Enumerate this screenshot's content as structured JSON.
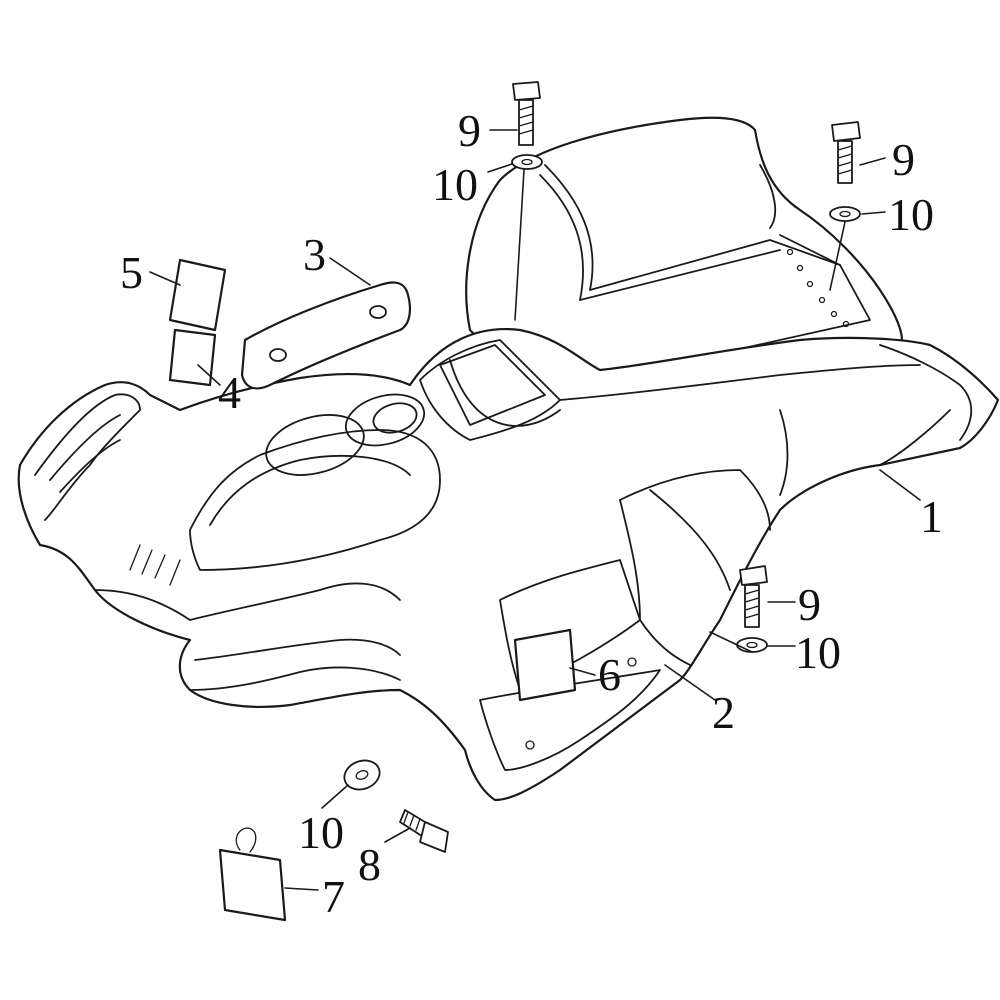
{
  "callouts": [
    {
      "id": "c1",
      "label": "1"
    },
    {
      "id": "c2",
      "label": "2"
    },
    {
      "id": "c3",
      "label": "3"
    },
    {
      "id": "c4",
      "label": "4"
    },
    {
      "id": "c5",
      "label": "5"
    },
    {
      "id": "c6",
      "label": "6"
    },
    {
      "id": "c7",
      "label": "7"
    },
    {
      "id": "c8",
      "label": "8"
    },
    {
      "id": "c9a",
      "label": "9"
    },
    {
      "id": "c10a",
      "label": "10"
    },
    {
      "id": "c9b",
      "label": "9"
    },
    {
      "id": "c10b",
      "label": "10"
    },
    {
      "id": "c9c",
      "label": "9"
    },
    {
      "id": "c10c",
      "label": "10"
    },
    {
      "id": "c10d",
      "label": "10"
    }
  ]
}
